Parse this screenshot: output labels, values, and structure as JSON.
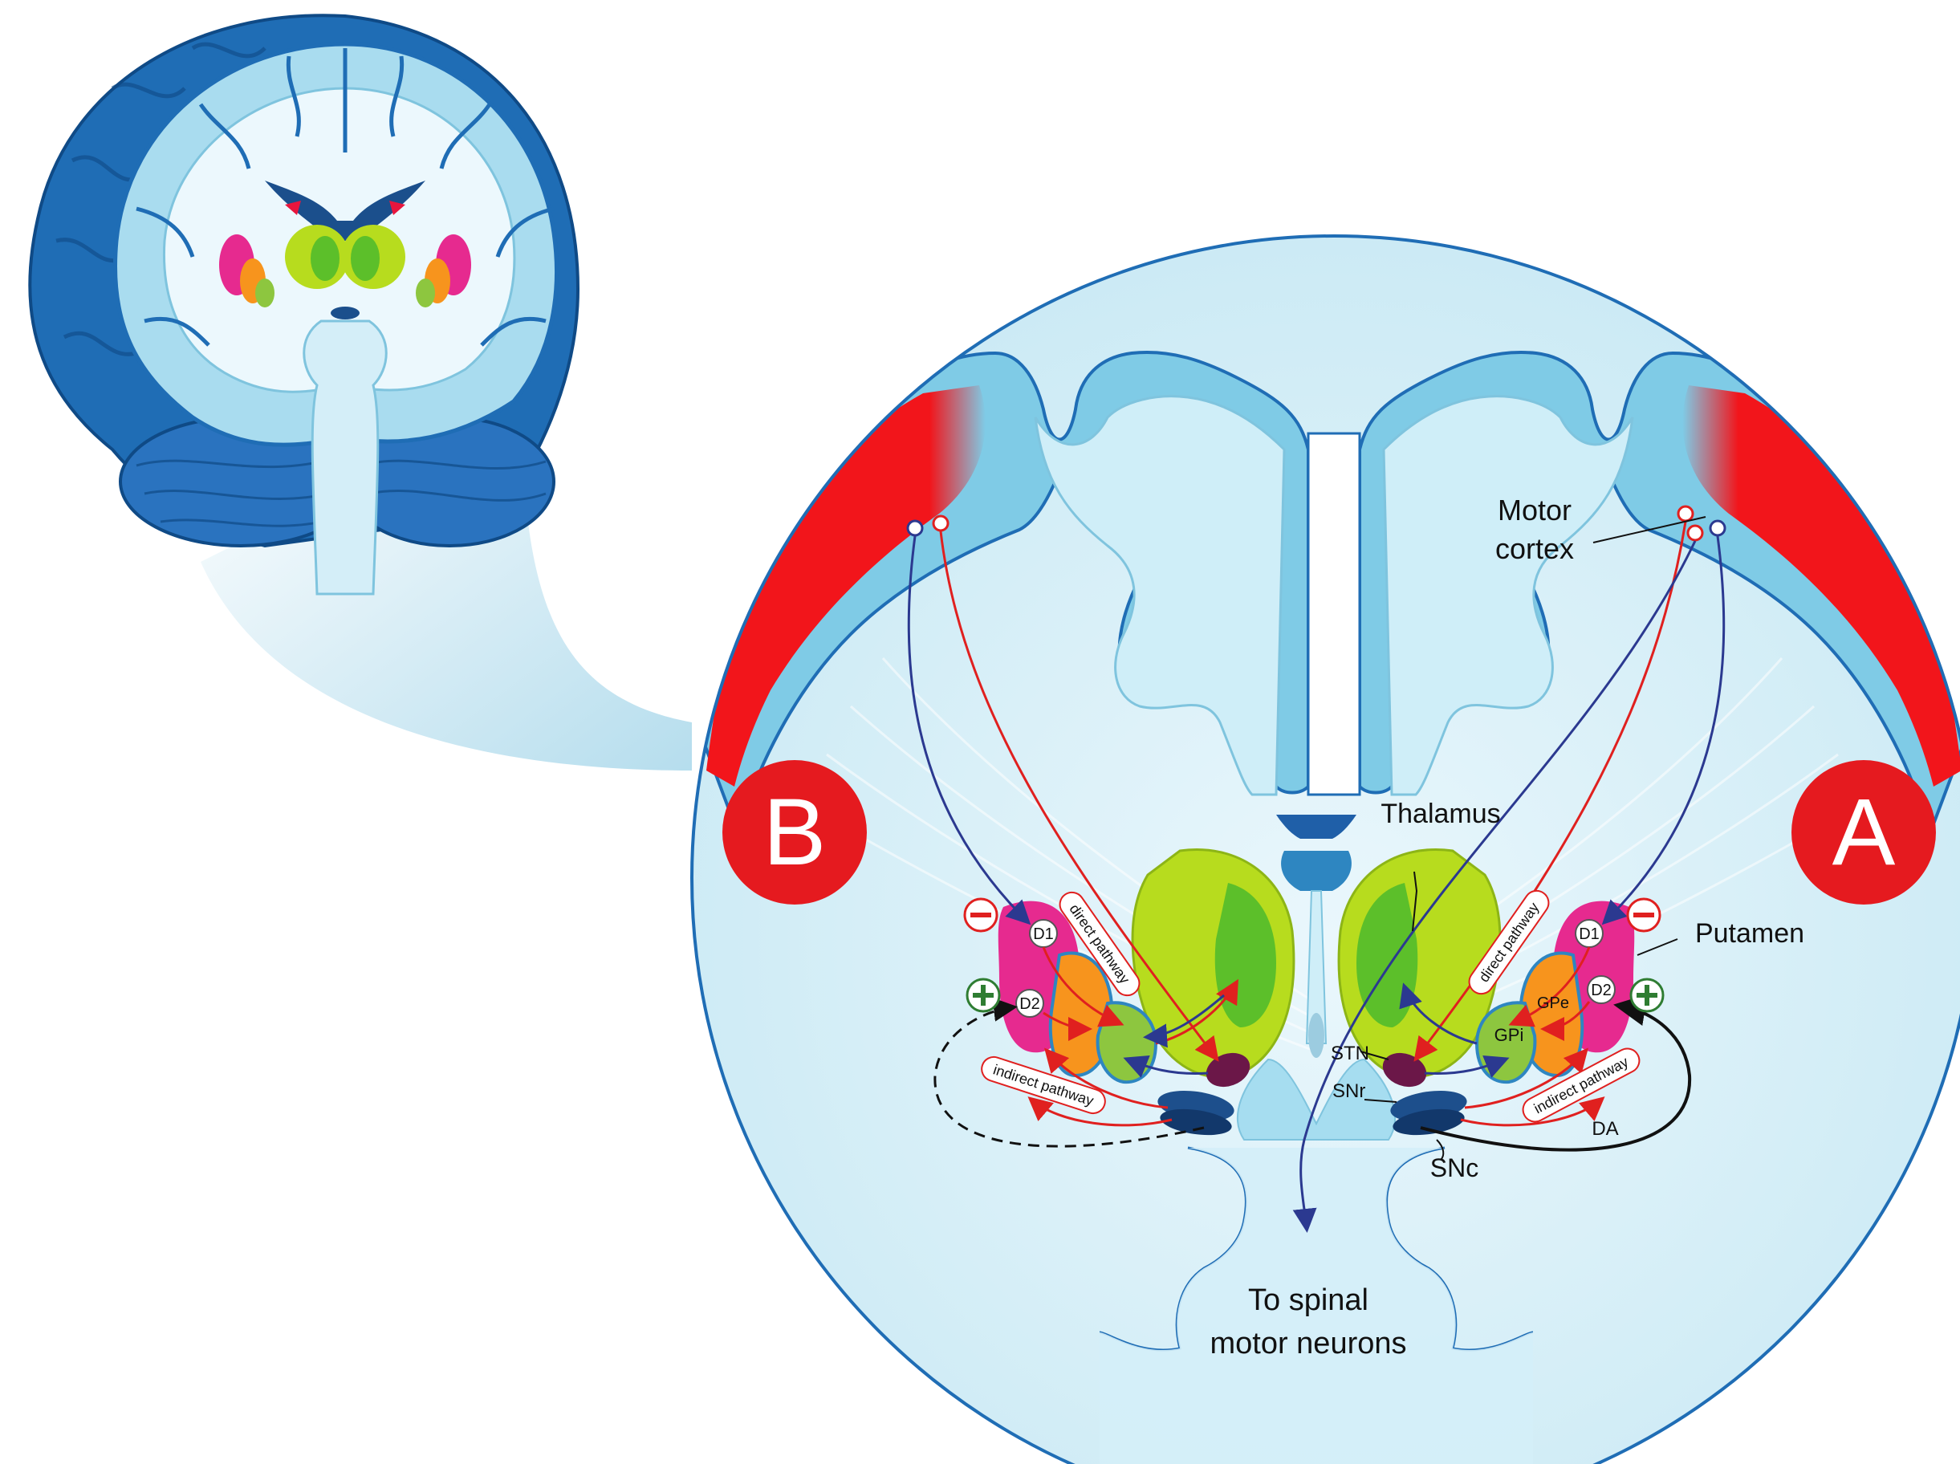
{
  "labels": {
    "motor_cortex_1": "Motor",
    "motor_cortex_2": "cortex",
    "thalamus": "Thalamus",
    "putamen": "Putamen",
    "stn": "STN",
    "snr": "SNr",
    "snc": "SNc",
    "gpe": "GPe",
    "gpi": "GPi",
    "da": "DA",
    "d1": "D1",
    "d2": "D2",
    "direct_pathway": "direct pathway",
    "indirect_pathway": "indirect pathway",
    "spinal_1": "To spinal",
    "spinal_2": "motor neurons",
    "panel_a": "A",
    "panel_b": "B",
    "minus": "−",
    "plus": "+"
  },
  "colors": {
    "background_blue": "#d6eff7",
    "cortex_blue": "#8fd3ea",
    "dark_blue": "#1f5fa8",
    "motor_red": "#f2151b",
    "putamen_magenta": "#e62a8f",
    "gpe_orange": "#f7941d",
    "gpi_green": "#8dc63f",
    "thalamus_lime": "#b7dc1e",
    "stn_purple": "#6b1748",
    "snc_navy": "#12386b",
    "arrow_red": "#e0201f",
    "arrow_blue": "#2b3990",
    "plus_green": "#2f7d32"
  },
  "icons": {
    "panel_badge": "red-circle-letter",
    "inhibition": "minus-circle-icon",
    "excitation": "plus-circle-icon"
  }
}
